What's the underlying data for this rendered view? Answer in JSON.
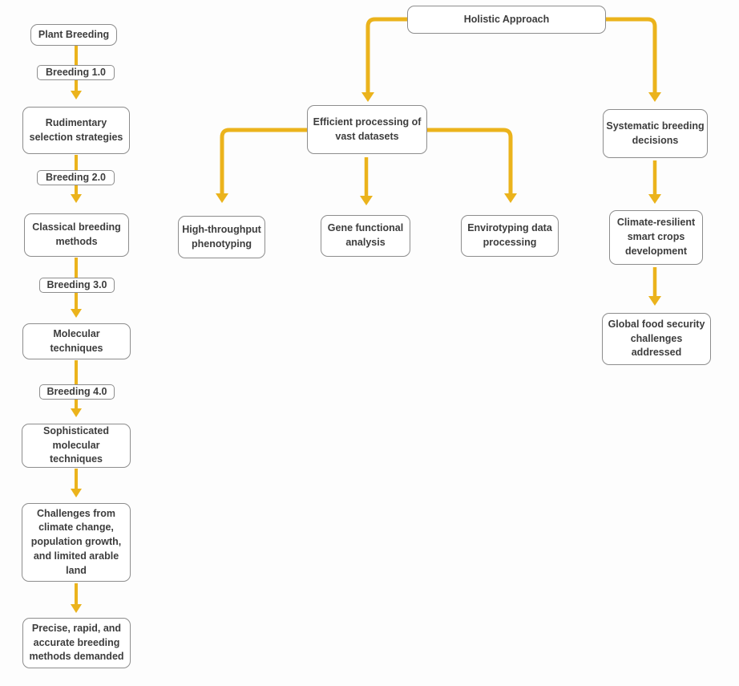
{
  "diagram": {
    "type": "flowchart",
    "colors": {
      "arrow": "#EBB31C",
      "node_border": "#8D8D8D",
      "node_fill": "#FFFFFF",
      "text": "#3D3D3D",
      "background": "#FDFDFD"
    },
    "nodes": {
      "plant_breeding": "Plant Breeding",
      "rudimentary_selection": "Rudimentary selection strategies",
      "classical_breeding": "Classical breeding methods",
      "molecular_techniques": "Molecular techniques",
      "sophisticated_molecular": "Sophisticated molecular techniques",
      "challenges": "Challenges from climate change, population growth, and limited arable land",
      "precise_methods": "Precise, rapid, and accurate breeding methods demanded",
      "holistic_approach": "Holistic Approach",
      "efficient_processing": "Efficient processing of vast datasets",
      "systematic_decisions": "Systematic breeding decisions",
      "high_throughput": "High-throughput phenotyping",
      "gene_functional": "Gene functional analysis",
      "envirotyping": "Envirotyping data processing",
      "climate_resilient": "Climate-resilient smart crops development",
      "global_food_security": "Global food security challenges addressed"
    },
    "edge_labels": {
      "breeding_1_0": "Breeding 1.0",
      "breeding_2_0": "Breeding 2.0",
      "breeding_3_0": "Breeding 3.0",
      "breeding_4_0": "Breeding 4.0"
    },
    "edges": [
      {
        "from": "plant_breeding",
        "to": "rudimentary_selection",
        "label": "Breeding 1.0"
      },
      {
        "from": "rudimentary_selection",
        "to": "classical_breeding",
        "label": "Breeding 2.0"
      },
      {
        "from": "classical_breeding",
        "to": "molecular_techniques",
        "label": "Breeding 3.0"
      },
      {
        "from": "molecular_techniques",
        "to": "sophisticated_molecular",
        "label": "Breeding 4.0"
      },
      {
        "from": "sophisticated_molecular",
        "to": "challenges",
        "label": ""
      },
      {
        "from": "challenges",
        "to": "precise_methods",
        "label": ""
      },
      {
        "from": "holistic_approach",
        "to": "efficient_processing",
        "label": ""
      },
      {
        "from": "holistic_approach",
        "to": "systematic_decisions",
        "label": ""
      },
      {
        "from": "efficient_processing",
        "to": "high_throughput",
        "label": ""
      },
      {
        "from": "efficient_processing",
        "to": "gene_functional",
        "label": ""
      },
      {
        "from": "efficient_processing",
        "to": "envirotyping",
        "label": ""
      },
      {
        "from": "systematic_decisions",
        "to": "climate_resilient",
        "label": ""
      },
      {
        "from": "climate_resilient",
        "to": "global_food_security",
        "label": ""
      }
    ]
  }
}
